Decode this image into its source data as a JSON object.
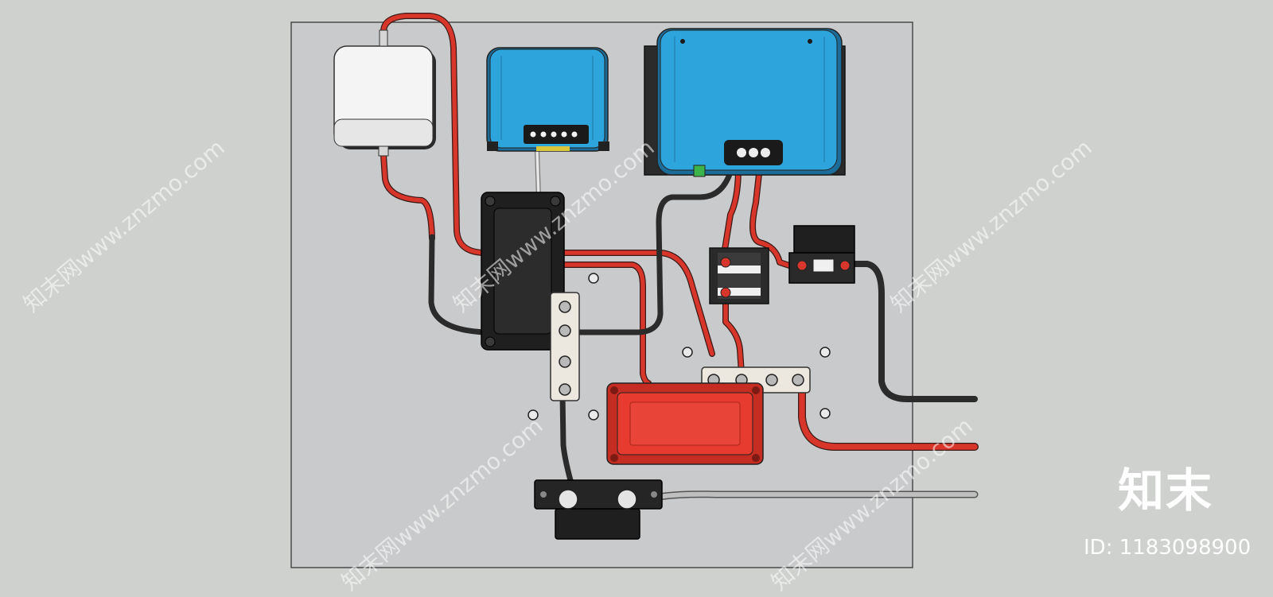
{
  "watermark": {
    "brand": "知末",
    "id_text": "ID: 1183098900",
    "diagonal_text": "知末网www.znzmo.com"
  },
  "colors": {
    "background": "#cfd1cf",
    "panel": "#c9cacb",
    "wire_red": "#d8362a",
    "wire_black": "#2b2b2b",
    "device_blue": "#2ea4dc",
    "device_white": "#f4f4f4",
    "box_red": "#e63b2e",
    "box_black": "#1f1f1f",
    "busbar": "#ece7df"
  },
  "components": [
    "white-junction-box-icon",
    "blue-charge-controller-icon",
    "blue-inverter-charger-icon",
    "black-enclosure-icon",
    "red-enclosure-icon",
    "fuse-holder-icon",
    "battery-switch-icon",
    "busbar-icon",
    "shunt-icon"
  ]
}
